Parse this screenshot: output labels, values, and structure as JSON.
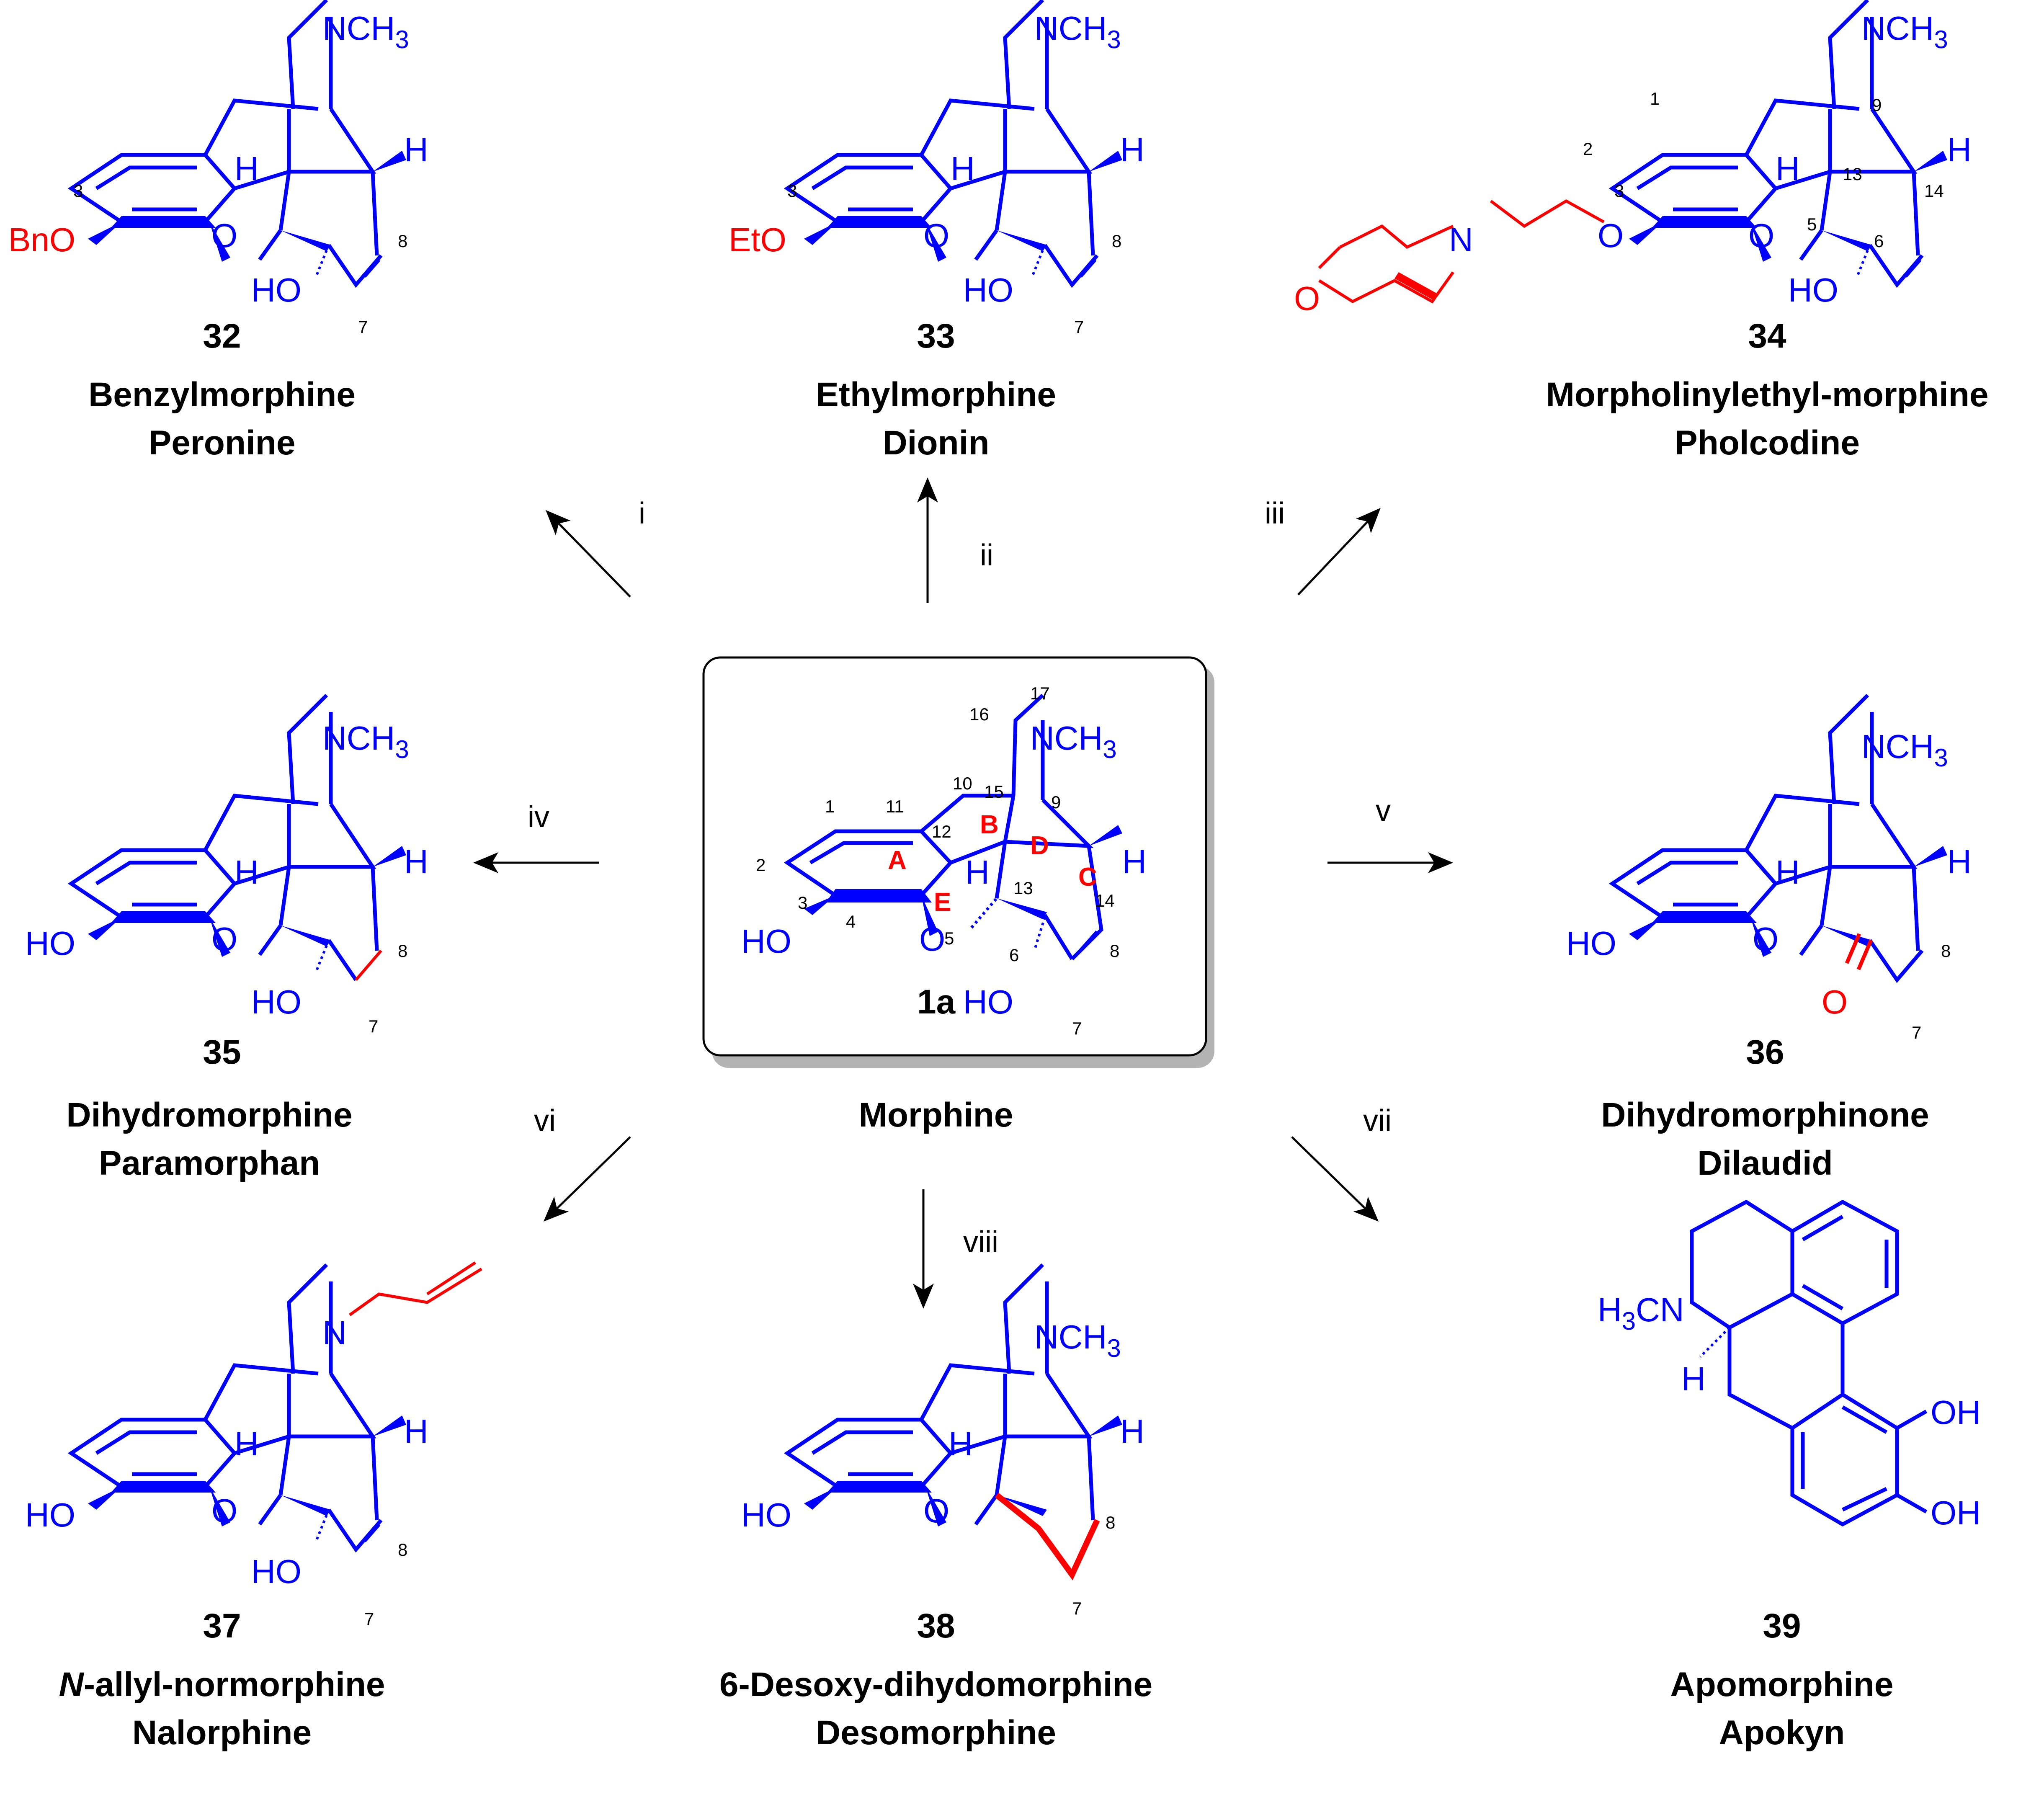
{
  "colors": {
    "bond": "#0000ff",
    "highlight": "#ff0000",
    "text": "#000000",
    "frame": "#000000",
    "shadow": "#b3b3b3"
  },
  "center": {
    "number": "1a",
    "name": "Morphine",
    "nmethyl": "NCH",
    "nmethyl_sub": "3",
    "hydroxyl_3": "HO",
    "hydroxyl_6": "HO",
    "oxygen": "O",
    "h5": "H",
    "h14": "H",
    "rings": [
      "A",
      "B",
      "C",
      "D",
      "E"
    ],
    "locants": [
      "1",
      "2",
      "3",
      "4",
      "5",
      "6",
      "7",
      "8",
      "9",
      "10",
      "11",
      "12",
      "13",
      "14",
      "15",
      "16",
      "17"
    ]
  },
  "reactions": [
    {
      "id": "i",
      "label": "i"
    },
    {
      "id": "ii",
      "label": "ii"
    },
    {
      "id": "iii",
      "label": "iii"
    },
    {
      "id": "iv",
      "label": "iv"
    },
    {
      "id": "v",
      "label": "v"
    },
    {
      "id": "vi",
      "label": "vi"
    },
    {
      "id": "vii",
      "label": "vii"
    },
    {
      "id": "viii",
      "label": "viii"
    }
  ],
  "compounds": [
    {
      "id": "32",
      "number": "32",
      "name1": "Benzylmorphine",
      "name2": "Peronine",
      "substituent": "BnO",
      "nmethyl": "NCH",
      "sub3": "3",
      "hydroxyl": "HO",
      "oxygen": "O",
      "h": "H",
      "locants": [
        "3",
        "7",
        "8"
      ]
    },
    {
      "id": "33",
      "number": "33",
      "name1": "Ethylmorphine",
      "name2": "Dionin",
      "substituent": "EtO",
      "nmethyl": "NCH",
      "sub3": "3",
      "hydroxyl": "HO",
      "oxygen": "O",
      "h": "H",
      "locants": [
        "3",
        "7",
        "8"
      ]
    },
    {
      "id": "34",
      "number": "34",
      "name1": "Morpholinylethyl-morphine",
      "name2": "Pholcodine",
      "ringO": "O",
      "ringN": "N",
      "linkO": "O",
      "nmethyl": "NCH",
      "sub3": "3",
      "hydroxyl": "HO",
      "oxygen": "O",
      "h": "H",
      "locants": [
        "1",
        "2",
        "3",
        "5",
        "6",
        "9",
        "13",
        "14"
      ]
    },
    {
      "id": "35",
      "number": "35",
      "name1": "Dihydromorphine",
      "name2": "Paramorphan",
      "hydroxyl3": "HO",
      "hydroxyl6": "HO",
      "nmethyl": "NCH",
      "sub3": "3",
      "oxygen": "O",
      "h": "H",
      "locants": [
        "7",
        "8"
      ]
    },
    {
      "id": "36",
      "number": "36",
      "name1": "Dihydromorphinone",
      "name2": "Dilaudid",
      "hydroxyl3": "HO",
      "ketone": "O",
      "nmethyl": "NCH",
      "sub3": "3",
      "oxygen": "O",
      "h": "H",
      "locants": [
        "7",
        "8"
      ]
    },
    {
      "id": "37",
      "number": "37",
      "name1_italic": "N",
      "name1_rest": "-allyl-normorphine",
      "name2": "Nalorphine",
      "hydroxyl3": "HO",
      "hydroxyl6": "HO",
      "nitrogen": "N",
      "oxygen": "O",
      "h": "H",
      "locants": [
        "7",
        "8"
      ]
    },
    {
      "id": "38",
      "number": "38",
      "name1": "6-Desoxy-dihydomorphine",
      "name2": "Desomorphine",
      "hydroxyl3": "HO",
      "nmethyl": "NCH",
      "sub3": "3",
      "oxygen": "O",
      "h": "H",
      "locants": [
        "7",
        "8"
      ]
    },
    {
      "id": "39",
      "number": "39",
      "name1": "Apomorphine",
      "name2": "Apokyn",
      "nmethyl_pre": "H",
      "nmethyl_sub": "3",
      "nmethyl_post": "CN",
      "h": "H",
      "oh1": "OH",
      "oh2": "OH"
    }
  ]
}
